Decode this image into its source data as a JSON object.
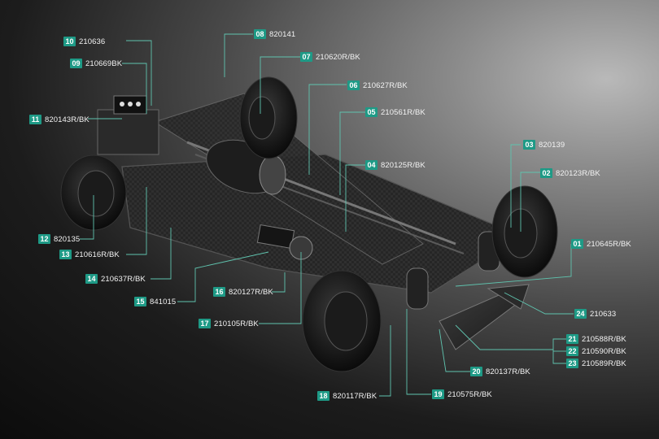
{
  "callouts": [
    {
      "num": "10",
      "code": "210636"
    },
    {
      "num": "09",
      "code": "210669BK"
    },
    {
      "num": "11",
      "code": "820143R/BK"
    },
    {
      "num": "08",
      "code": "820141"
    },
    {
      "num": "07",
      "code": "210620R/BK"
    },
    {
      "num": "06",
      "code": "210627R/BK"
    },
    {
      "num": "05",
      "code": "210561R/BK"
    },
    {
      "num": "04",
      "code": "820125R/BK"
    },
    {
      "num": "03",
      "code": "820139"
    },
    {
      "num": "02",
      "code": "820123R/BK"
    },
    {
      "num": "01",
      "code": "210645R/BK"
    },
    {
      "num": "12",
      "code": "820135"
    },
    {
      "num": "13",
      "code": "210616R/BK"
    },
    {
      "num": "14",
      "code": "210637R/BK"
    },
    {
      "num": "15",
      "code": "841015"
    },
    {
      "num": "16",
      "code": "820127R/BK"
    },
    {
      "num": "17",
      "code": "210105R/BK"
    },
    {
      "num": "24",
      "code": "210633"
    },
    {
      "num": "21",
      "code": "210588R/BK"
    },
    {
      "num": "22",
      "code": "210590R/BK"
    },
    {
      "num": "23",
      "code": "210589R/BK"
    },
    {
      "num": "20",
      "code": "820137R/BK"
    },
    {
      "num": "18",
      "code": "820117R/BK"
    },
    {
      "num": "19",
      "code": "210575R/BK"
    }
  ],
  "colors": {
    "accent": "#1e9a86",
    "leader": "#5fc3ae",
    "text": "#f2f2f2"
  }
}
